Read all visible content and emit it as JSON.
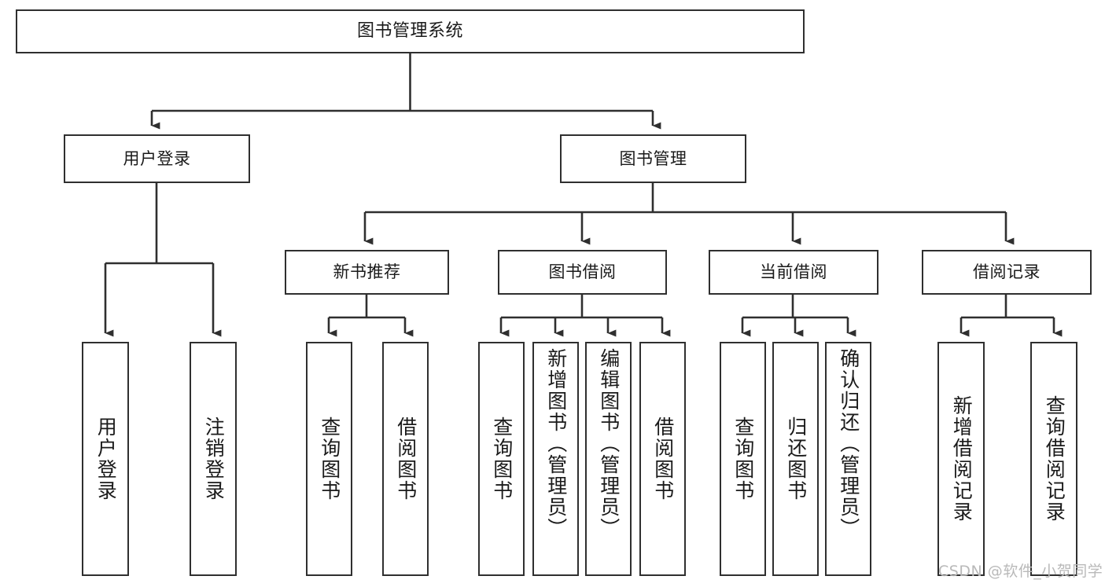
{
  "diagram": {
    "title": "图书管理系统",
    "type": "functional-structure-tree",
    "stroke_color": "#2f2f2f",
    "background_color": "#ffffff",
    "levels": {
      "root": {
        "label": "图书管理系统"
      },
      "level2": [
        {
          "label": "用户登录"
        },
        {
          "label": "图书管理"
        }
      ],
      "level3": [
        {
          "label": "新书推荐"
        },
        {
          "label": "图书借阅"
        },
        {
          "label": "当前借阅"
        },
        {
          "label": "借阅记录"
        }
      ],
      "leaves": {
        "user_login": [
          {
            "label": "用户登录"
          },
          {
            "label": "注销登录"
          }
        ],
        "new_book_recommend": [
          {
            "label": "查询图书"
          },
          {
            "label": "借阅图书"
          }
        ],
        "book_borrow": [
          {
            "label": "查询图书"
          },
          {
            "label": "新增图书（管理员）"
          },
          {
            "label": "编辑图书（管理员）"
          },
          {
            "label": "借阅图书"
          }
        ],
        "current_borrow": [
          {
            "label": "查询图书"
          },
          {
            "label": "归还图书"
          },
          {
            "label": "确认归还（管理员）"
          }
        ],
        "borrow_record": [
          {
            "label": "新增借阅记录"
          },
          {
            "label": "查询借阅记录"
          }
        ]
      }
    }
  },
  "watermark": {
    "text": "CSDN @软件_小贺同学"
  }
}
